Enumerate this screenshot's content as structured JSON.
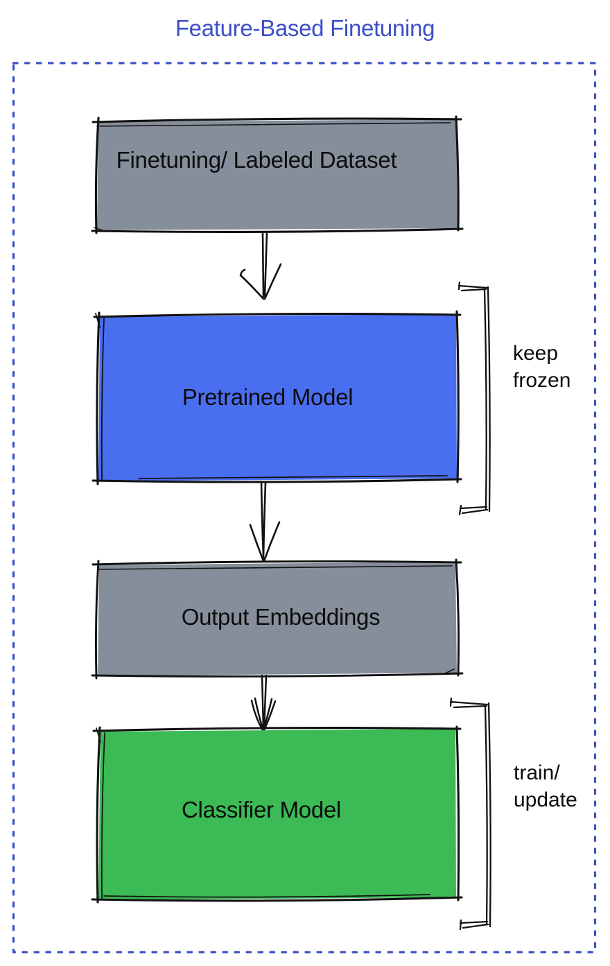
{
  "title": "Feature-Based Finetuning",
  "colors": {
    "title_blue": "#3b4ec9",
    "frame_blue": "#3c50c4",
    "box_gray": "#858e9a",
    "box_blue": "#4a6ef0",
    "box_green": "#3cba55",
    "ink": "#121212"
  },
  "boxes": [
    {
      "label": "Finetuning/ Labeled Dataset",
      "fill": "gray"
    },
    {
      "label": "Pretrained Model",
      "fill": "blue"
    },
    {
      "label": "Output Embeddings",
      "fill": "gray"
    },
    {
      "label": "Classifier Model",
      "fill": "green"
    }
  ],
  "annotations": [
    {
      "lines": [
        "keep",
        "frozen"
      ],
      "attached_to": "Pretrained Model"
    },
    {
      "lines": [
        "train/",
        "update"
      ],
      "attached_to": "Classifier Model"
    }
  ]
}
